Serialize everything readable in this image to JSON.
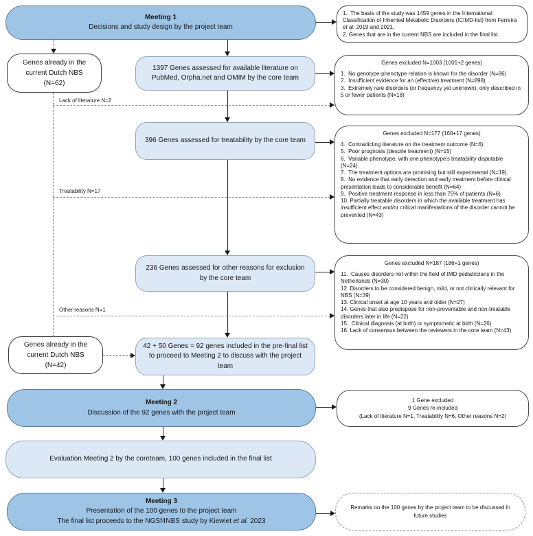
{
  "colors": {
    "meeting_fill": "#9EC4E6",
    "process_fill": "#DCE8F5",
    "line": "#2b2b2b"
  },
  "nodes": {
    "meeting1": {
      "title": "Meeting 1",
      "body": "Decisions and study design by the project team"
    },
    "note_basis": {
      "item1_prefix": "1.  The basis of the study was 1459 genes in the International Classification of Inherited Metabolic Disorders (ICIMD-list) from Ferreira ",
      "item1_italic": "et al.",
      "item1_suffix": " 2019 and 2021.",
      "item2": "2. Genes that are in the current NBS are included in the final list."
    },
    "nbs62": {
      "body": "Genes already in the current Dutch NBS",
      "n": "(N=62)"
    },
    "genes1397": {
      "body": "1397 Genes assessed for available literature on PubMed, Orpha.net and OMIM by the core team"
    },
    "excluded1": {
      "title": "Genes excluded N=1003 (1001+2 genes)",
      "items": [
        "1.  No genotype-phenotype relation is known for the disorder (N=86)",
        "2.  Insufficient evidence for an (effective) treatment (N=898)",
        "3.  Extremely rare disorders (or frequency yet unknown), only described in 5 or fewer patients (N=18)"
      ]
    },
    "genes396": {
      "body": "396 Genes assessed for treatability by the core team"
    },
    "excluded2": {
      "title": "Genes excluded N=177 (160+17 genes)",
      "items": [
        "4.  Contradicting literature on the treatment outcome (N=6)",
        "5.  Poor prognosis (despite treatment) (N=15)",
        "6.  Variable phenotype, with one phenotype's treatability disputable (N=24).",
        "7.  The treatment options are promising but still experimental (N=19).",
        "8.  No evidence that early detection and early treatment before clinical presentation leads to considerable benefit (N=64)",
        "9.  Positive treatment response in less than 75% of patients (N=6)",
        "10. Partially treatable disorders in which the available treatment has insufficient effect and/or critical manifestations of the disorder cannot be prevented (N=43)"
      ]
    },
    "genes236": {
      "body": "236 Genes assessed for other reasons for exclusion by the core team"
    },
    "excluded3": {
      "title": "Genes excluded N=187 (186+1 genes)",
      "items": [
        "11.  Causes disorders not within the field of IMD pediatricians in the Netherlands (N=30)",
        "12. Disorders to be considered benign, mild, or not clinically relevant for NBS (N=39)",
        "13. Clinical onset at age 10 years and older (N=27)",
        "14. Genes that also predispose for non-preventable and non-treatable disorders later in life (N=22)",
        "15.  Clinical diagnosis (at birth) or symptomatic at birth (N=26)",
        "16. Lack of consensus between the reviewers in the core team (N=43)"
      ]
    },
    "nbs42": {
      "body": "Genes already in the current Dutch NBS",
      "n": "(N=42)"
    },
    "prefinal": {
      "body": "42 + 50 Genes = 92 genes included in the pre-final list to proceed to Meeting 2 to discuss with the project team"
    },
    "meeting2": {
      "title": "Meeting 2",
      "body": "Discussion of the 92 genes with the project team"
    },
    "meeting2_note": {
      "line1": "1 Gene excluded",
      "line2": "9 Genes re-included",
      "line3": "(Lack of literature N=1, Treatability N=6, Other reasons N=2)"
    },
    "evaluation": {
      "body": "Evaluation Meeting 2 by the coreteam, 100 genes included in the final list"
    },
    "meeting3": {
      "title": "Meeting 3",
      "line1": "Presentation of the 100 genes to the project team",
      "line2_prefix": "The final list proceeds to the NGSf4NBS study by Kiewiet ",
      "line2_italic": "et al.",
      "line2_suffix": " 2023"
    },
    "remarks": {
      "body": "Remarks on the 100 genes by the project team to be discussed in future studies"
    }
  },
  "edge_labels": {
    "lack_of_literature": "Lack of literature N=2",
    "treatability": "Treatability N=17",
    "other_reasons": "Other reasons N=1"
  }
}
